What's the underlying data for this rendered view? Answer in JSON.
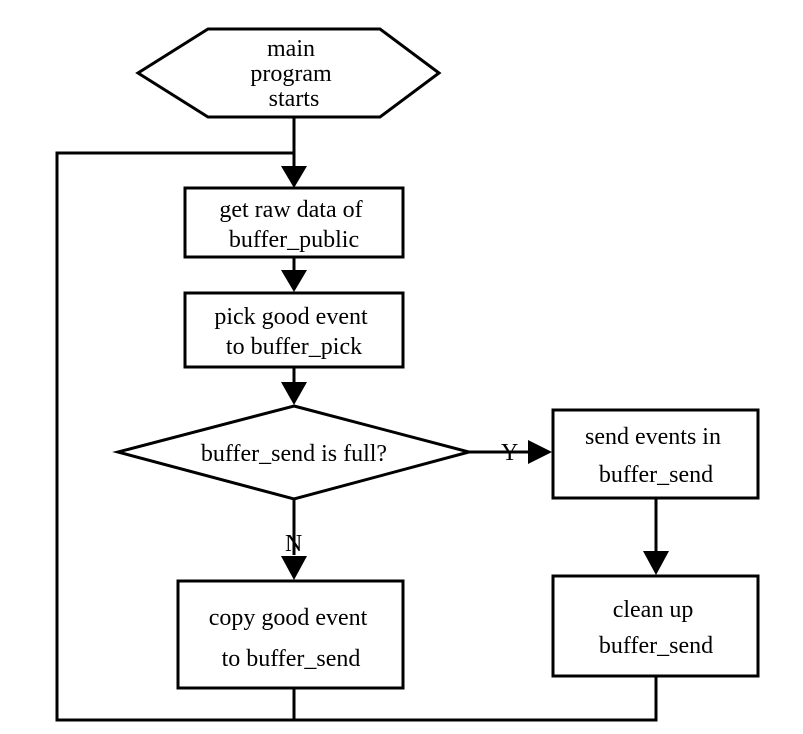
{
  "nodes": {
    "start": {
      "lines": [
        "main",
        "program",
        "starts"
      ]
    },
    "get_raw": {
      "lines": [
        "get raw data of",
        "buffer_public"
      ]
    },
    "pick": {
      "lines": [
        "pick good event",
        "to buffer_pick"
      ]
    },
    "decision": {
      "lines": [
        "buffer_send  is full?"
      ]
    },
    "send": {
      "lines": [
        "send events in",
        "buffer_send"
      ]
    },
    "copy": {
      "lines": [
        "copy good event",
        "to  buffer_send"
      ]
    },
    "clean": {
      "lines": [
        "clean up",
        "buffer_send"
      ]
    }
  },
  "edge_labels": {
    "yes": "Y",
    "no": "N"
  }
}
